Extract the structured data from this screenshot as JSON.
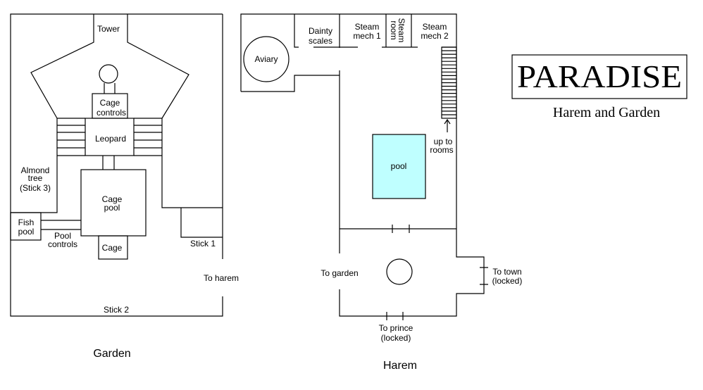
{
  "title": {
    "logo": "PARADISE",
    "subtitle": "Harem and Garden"
  },
  "garden": {
    "heading": "Garden",
    "labels": {
      "tower": "Tower",
      "cage_controls": [
        "Cage",
        "controls"
      ],
      "leopard": "Leopard",
      "almond_tree": [
        "Almond",
        "tree",
        "(Stick 3)"
      ],
      "cage_pool": [
        "Cage",
        "pool"
      ],
      "fish_pool": [
        "Fish",
        "pool"
      ],
      "pool_controls": [
        "Pool",
        "controls"
      ],
      "cage": "Cage",
      "stick1": "Stick 1",
      "to_harem": "To harem",
      "stick2": "Stick 2"
    }
  },
  "harem": {
    "heading": "Harem",
    "pool_color": "#bfffff",
    "labels": {
      "aviary": "Aviary",
      "dainty_scales": [
        "Dainty",
        "scales"
      ],
      "steam_mech1": [
        "Steam",
        "mech 1"
      ],
      "steam_room": [
        "Steam",
        "room"
      ],
      "steam_mech2": [
        "Steam",
        "mech 2"
      ],
      "up_to_rooms": [
        "up to",
        "rooms"
      ],
      "pool": "pool",
      "to_garden": "To garden",
      "to_town": [
        "To town",
        "(locked)"
      ],
      "to_prince": [
        "To prince",
        "(locked)"
      ]
    }
  }
}
